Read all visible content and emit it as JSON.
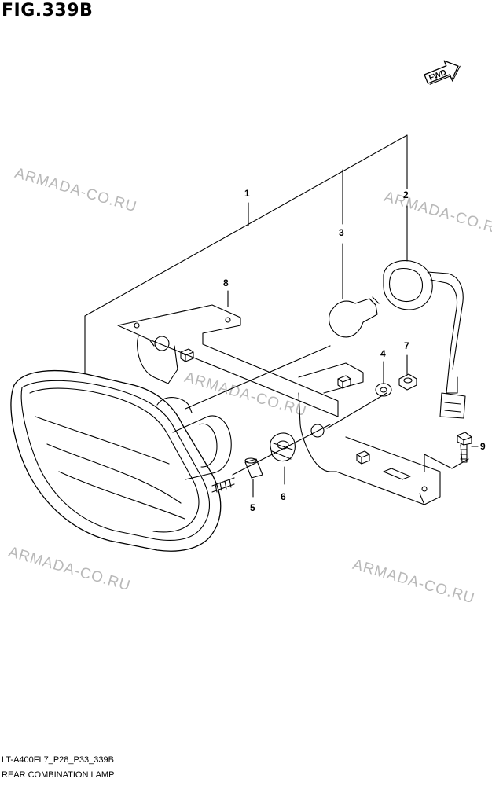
{
  "figure": {
    "title": "FIG.339B",
    "direction_badge": "FWD",
    "direction_icon": "forward-arrow-icon"
  },
  "watermark": {
    "text": "ARMADA-CO.RU",
    "color": "#b8b8b8"
  },
  "callouts": [
    {
      "number": "1",
      "part": "rear-combination-lamp-assembly"
    },
    {
      "number": "2",
      "part": "socket-with-harness"
    },
    {
      "number": "3",
      "part": "bulb"
    },
    {
      "number": "4",
      "part": "washer"
    },
    {
      "number": "5",
      "part": "spacer"
    },
    {
      "number": "6",
      "part": "nut"
    },
    {
      "number": "7",
      "part": "nut"
    },
    {
      "number": "8",
      "part": "bracket"
    },
    {
      "number": "9",
      "part": "bolt"
    }
  ],
  "footer": {
    "code": "LT-A400FL7_P28_P33_339B",
    "name": "REAR COMBINATION LAMP"
  }
}
